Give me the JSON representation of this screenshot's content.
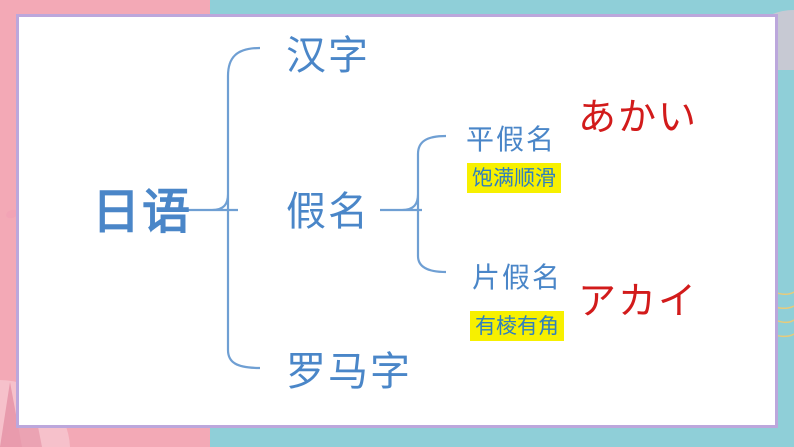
{
  "diagram": {
    "root": "日语",
    "branches": [
      {
        "label": "汉字"
      },
      {
        "label": "假名",
        "children": [
          {
            "label": "平假名",
            "note": "饱满顺滑",
            "example": "あかい"
          },
          {
            "label": "片假名",
            "note": "有棱有角",
            "example": "アカイ"
          }
        ]
      },
      {
        "label": "罗马字"
      }
    ]
  },
  "colors": {
    "background_left": "#f3a9b6",
    "background_right": "#8fcfd8",
    "card_border": "#bca7dc",
    "diagram_text": "#4a86c8",
    "bracket_line": "#6f9fd3",
    "note_highlight": "#f7f000",
    "example_text": "#d21b1b"
  },
  "decorations": [
    {
      "name": "fan-icon"
    },
    {
      "name": "petal-icon"
    },
    {
      "name": "wave-icon"
    }
  ]
}
